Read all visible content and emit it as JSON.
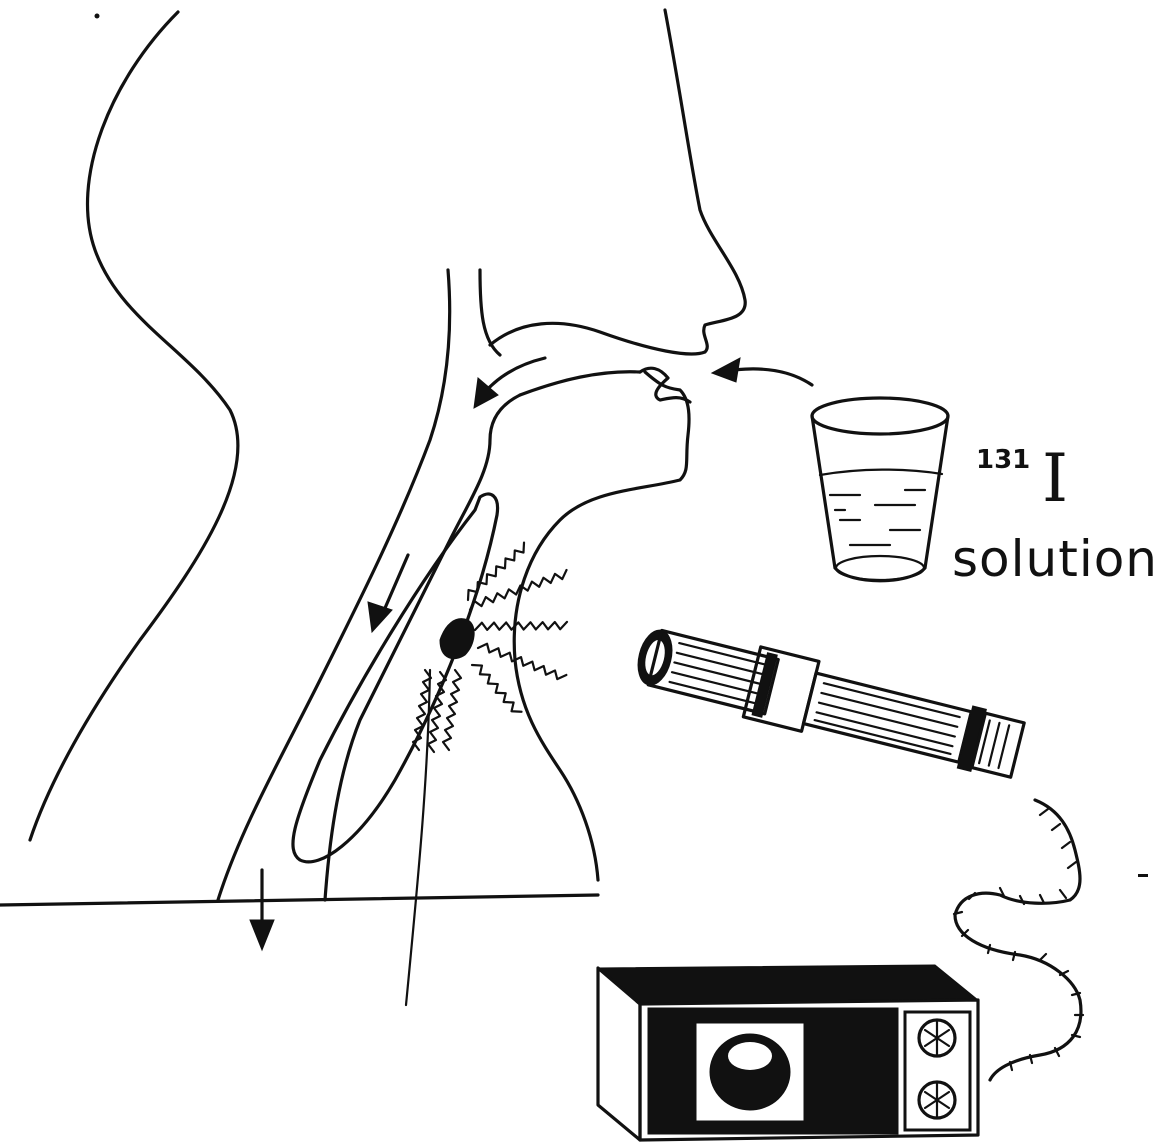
{
  "labels": {
    "isotope_mass": "131",
    "isotope_symbol": "I",
    "solution_word": "solution"
  },
  "colors": {
    "ink": "#111111",
    "background": "#ffffff"
  },
  "icons": [
    "glass-of-solution",
    "radiation-detector-probe",
    "counter-meter-box",
    "flow-arrow",
    "radiation-wave"
  ]
}
